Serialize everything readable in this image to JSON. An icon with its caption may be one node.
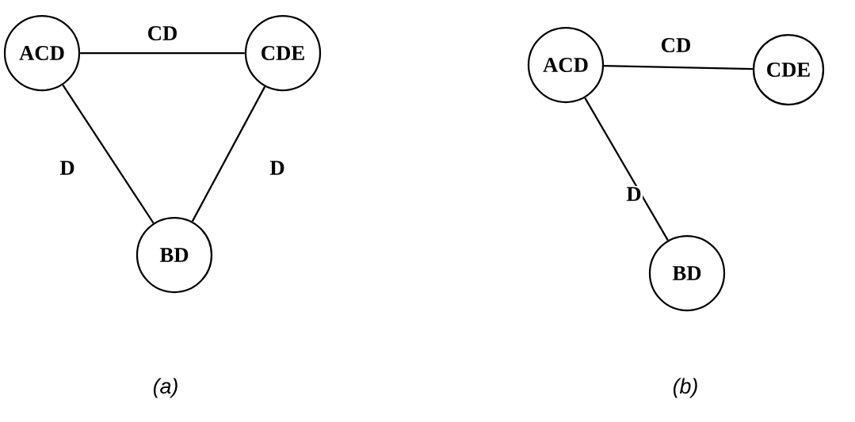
{
  "diagram": {
    "nodes": [
      {
        "text": [
          "ACD"
        ]
      },
      {
        "text": [
          "CDE"
        ]
      },
      {
        "text": [
          "BD"
        ]
      },
      {
        "text": [
          "ACD"
        ]
      },
      {
        "text": [
          "CDE"
        ]
      },
      {
        "text": [
          "BD"
        ]
      }
    ],
    "edges": [
      {
        "from": 0,
        "to": 1,
        "arrow": "none",
        "label": "CD"
      },
      {
        "from": 0,
        "to": 2,
        "arrow": "none",
        "label": "D"
      },
      {
        "from": 1,
        "to": 2,
        "arrow": "none",
        "label": "D"
      },
      {
        "from": 3,
        "to": 4,
        "arrow": "none",
        "label": "CD"
      },
      {
        "from": 3,
        "to": 5,
        "arrow": "none",
        "label": "D"
      }
    ],
    "labels": [
      "(a)",
      "(b)"
    ]
  }
}
